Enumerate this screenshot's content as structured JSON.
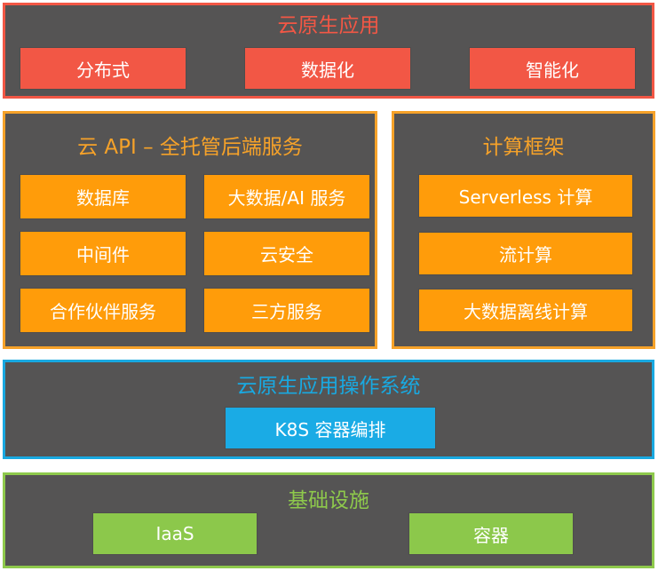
{
  "apps": {
    "title": "云原生应用",
    "items": [
      "分布式",
      "数据化",
      "智能化"
    ]
  },
  "api": {
    "title": "云 API – 全托管后端服务",
    "items": [
      "数据库",
      "大数据/AI 服务",
      "中间件",
      "云安全",
      "合作伙伴服务",
      "三方服务"
    ]
  },
  "compute": {
    "title": "计算框架",
    "items": [
      "Serverless 计算",
      "流计算",
      "大数据离线计算"
    ]
  },
  "os": {
    "title": "云原生应用操作系统",
    "items": [
      "K8S 容器编排"
    ]
  },
  "infra": {
    "title": "基础设施",
    "items": [
      "IaaS",
      "容器"
    ]
  },
  "colors": {
    "apps": "#f25745",
    "api": "#ff9c0a",
    "os": "#1aabe5",
    "infra": "#8cc84b",
    "panel_background": "#555454"
  }
}
